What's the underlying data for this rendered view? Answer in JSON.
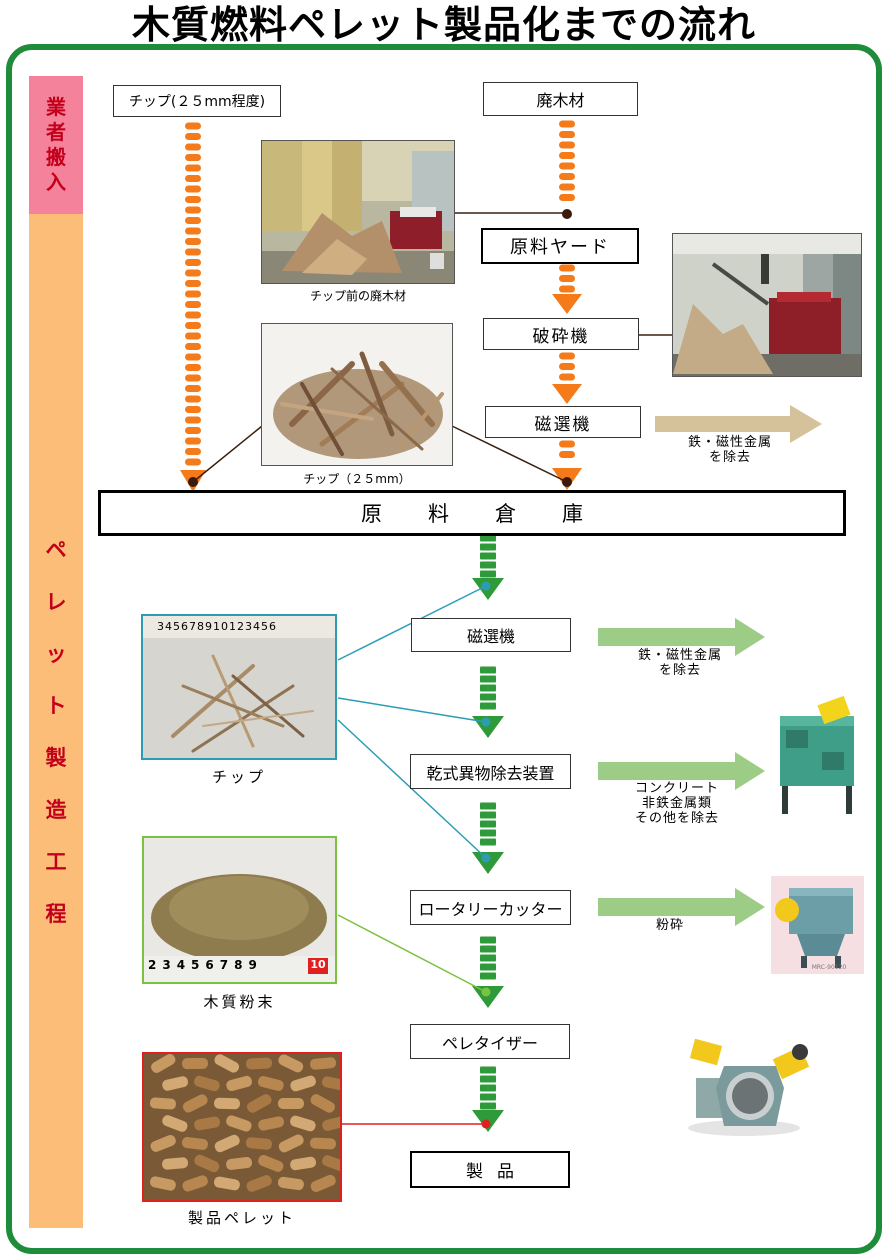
{
  "title": "木質燃料ペレット製品化までの流れ",
  "side": {
    "top_label": [
      "業",
      "者",
      "搬",
      "入"
    ],
    "bottom_label": [
      "ペ",
      "レ",
      "ッ",
      "ト",
      "製",
      "造",
      "工",
      "程"
    ]
  },
  "intake": {
    "chip_source": "チップ(２５mm程度)",
    "waste_wood": "廃木材",
    "raw_yard": "原料ヤード",
    "crusher": "破砕機",
    "magnet1": "磁選機",
    "warehouse": "原料倉庫"
  },
  "photos": {
    "waste_wood_caption": "チップ前の廃木材",
    "chip_caption": "チップ（２５mm）"
  },
  "process": {
    "magnet2": "磁選機",
    "dry_remover": "乾式異物除去装置",
    "rotary_cutter": "ロータリーカッター",
    "pelletizer": "ペレタイザー",
    "product": "製品"
  },
  "notes": {
    "remove_metal_1": [
      "鉄・磁性金属",
      "を除去"
    ],
    "remove_metal_2": [
      "鉄・磁性金属",
      "を除去"
    ],
    "remove_other": [
      "コンクリート",
      "非鉄金属類",
      "その他を除去"
    ],
    "grind": "粉砕"
  },
  "samples": {
    "chip": "チップ",
    "ruler_digits": "345678910123456",
    "wood_powder": "木質粉末",
    "ruler_digits_2": "23456789",
    "ruler_end": "10",
    "pellet": "製品ペレット"
  },
  "machine_plate": "MRC-90120",
  "colors": {
    "frame": "#1e8c3a",
    "side_top": "#f4829a",
    "side_bottom": "#fbbd78",
    "side_text": "#c3001c",
    "flow_orange": "#f47a1a",
    "flow_green": "#2f9a3a",
    "arrow_tan": "#d6c29a",
    "arrow_green": "#9ccc86",
    "link_blue": "#2a9db5",
    "link_green": "#7cc241",
    "link_red": "#e02020"
  }
}
